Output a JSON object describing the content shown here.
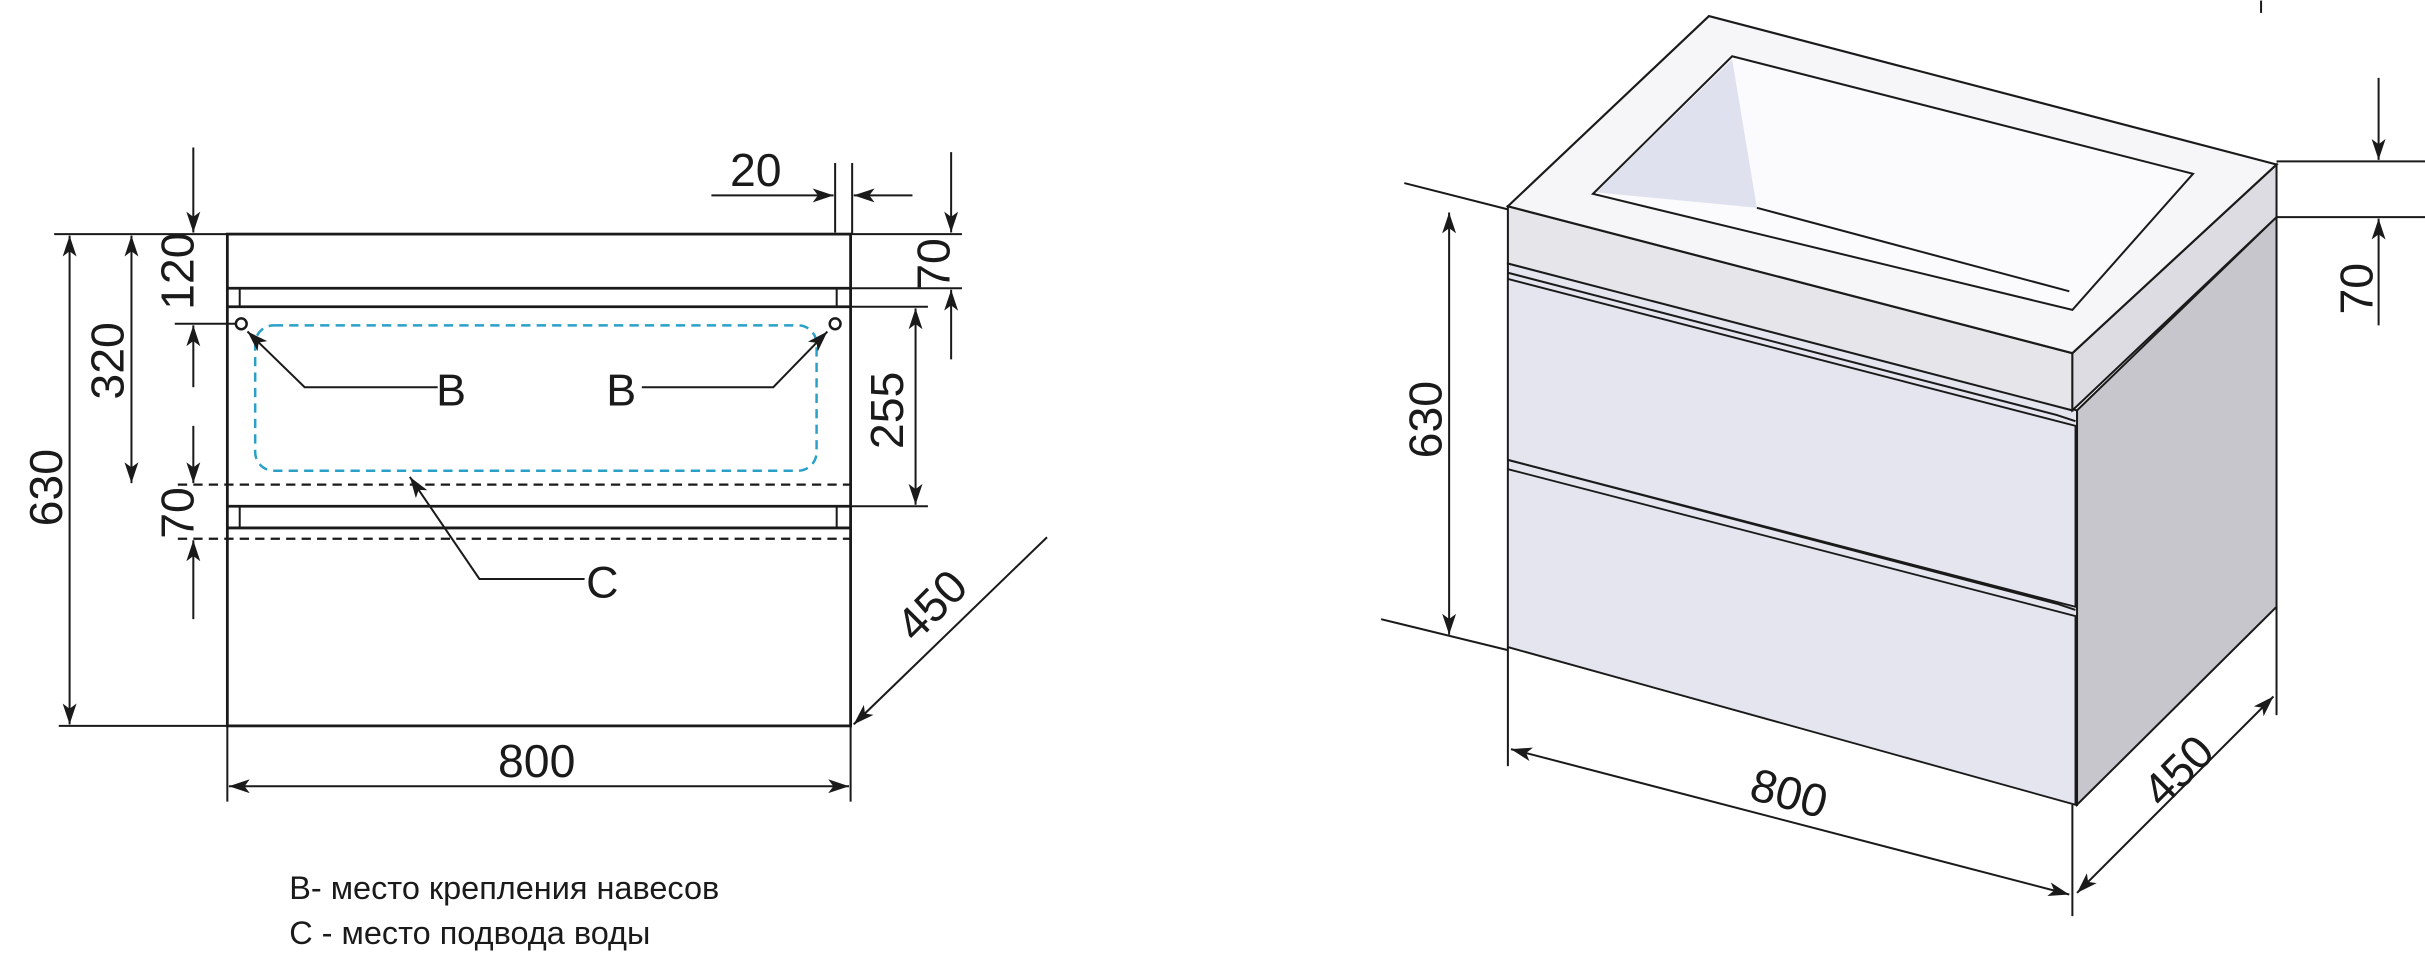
{
  "front_view": {
    "dimensions": {
      "height_total": "630",
      "height_to_pipe": "320",
      "top_to_hook": "120",
      "pipe_zone": "70",
      "side_offset": "20",
      "countertop": "70",
      "basin_zone": "255",
      "width": "800",
      "depth": "450"
    },
    "labels": {
      "hook_left": "B",
      "hook_right": "B",
      "water": "C"
    }
  },
  "iso_view": {
    "dimensions": {
      "height": "630",
      "width": "800",
      "depth": "450",
      "countertop": "70"
    }
  },
  "legend": [
    "B- место крепления навесов",
    "C - место подвода воды"
  ],
  "colors": {
    "water_zone": "#2aa0c8",
    "front_face": "#e4e5ef",
    "side_face": "#c6c6cc",
    "top_face": "#f4f4f6"
  }
}
